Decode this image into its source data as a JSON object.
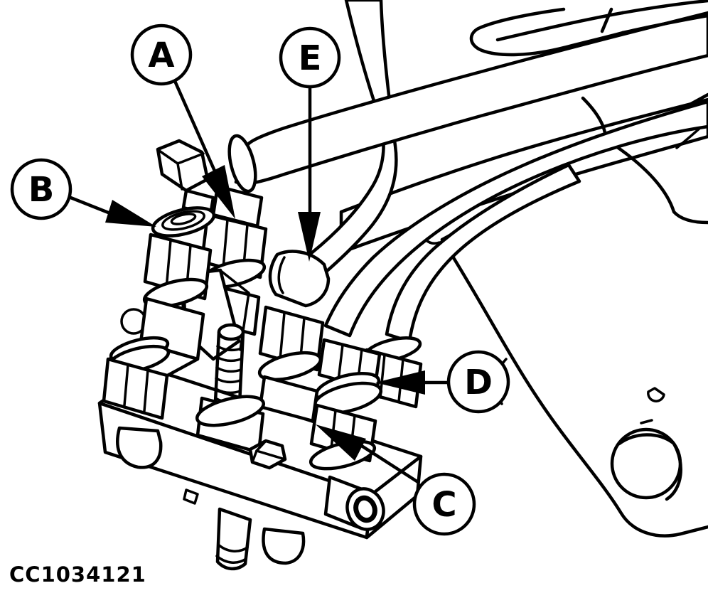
{
  "figure": {
    "code": "CC1034121",
    "type": "parts-callout-line-drawing",
    "subject": "hydraulic manifold block with hoses and fittings"
  },
  "callouts": {
    "a": {
      "letter": "A"
    },
    "b": {
      "letter": "B"
    },
    "c": {
      "letter": "C"
    },
    "d": {
      "letter": "D"
    },
    "e": {
      "letter": "E"
    }
  },
  "colors": {
    "line": "#000000",
    "background": "#ffffff"
  }
}
